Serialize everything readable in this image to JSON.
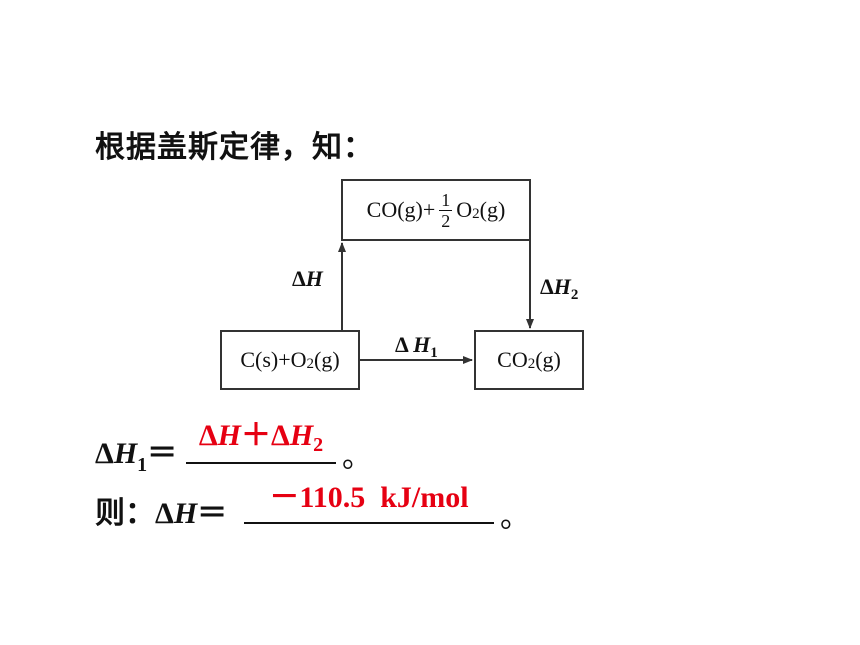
{
  "intro": "根据盖斯定律，知：",
  "diagram": {
    "top_box": {
      "prefix": "CO(g)+",
      "frac_num": "1",
      "frac_den": "2",
      "o": "O",
      "sub": "2",
      "suffix": "(g)"
    },
    "left_box": {
      "prefix": "C(s)+O",
      "sub": "2",
      "suffix": "(g)"
    },
    "right_box": {
      "prefix": "CO",
      "sub": "2",
      "suffix": "(g)"
    },
    "label_dh": {
      "delta": "Δ",
      "var": "H"
    },
    "label_dh1": {
      "delta": "Δ ",
      "var": "H",
      "sub": "1"
    },
    "label_dh2": {
      "delta": "Δ",
      "var": "H",
      "sub": "2"
    }
  },
  "eq1": {
    "lhs_delta": "Δ",
    "lhs_var": "H",
    "lhs_sub": "1",
    "equals": "＝",
    "answer": {
      "d1": "Δ",
      "v1": "H",
      "plus": "＋",
      "d2": "Δ",
      "v2": "H",
      "sub2": "2"
    },
    "end": "。"
  },
  "eq2": {
    "prefix": "则：",
    "lhs_delta": "Δ",
    "lhs_var": "H",
    "equals": "＝",
    "answer": "－110.5  kJ/mol",
    "end": "。"
  },
  "colors": {
    "answer": "#e60012",
    "text": "#111111",
    "line": "#333333"
  }
}
